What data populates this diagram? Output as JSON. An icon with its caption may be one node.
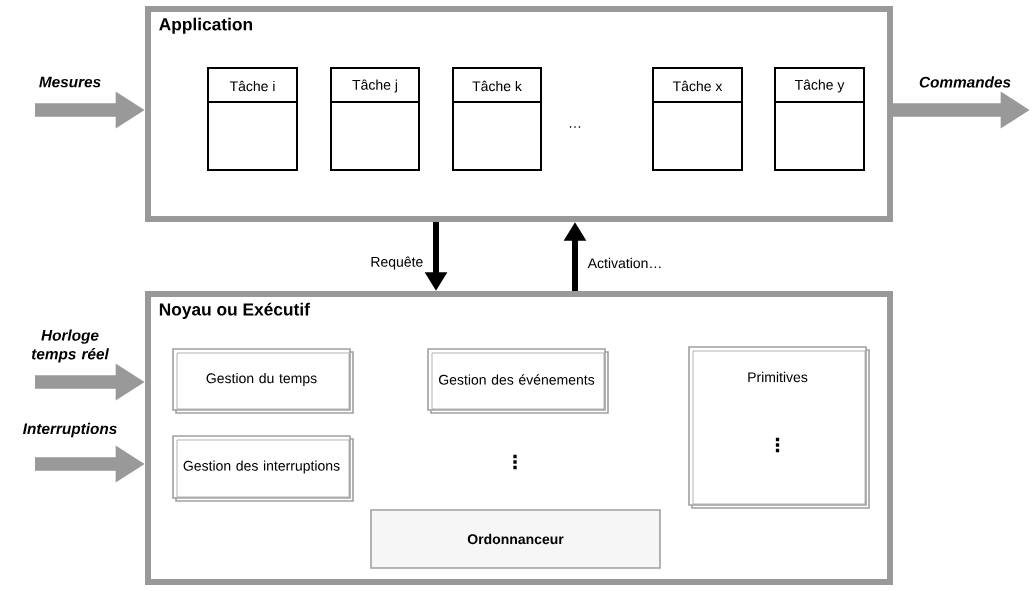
{
  "diagram": {
    "nodes": [
      {
        "text": [
          "Application"
        ]
      },
      {
        "text": [
          "Tâche i"
        ],
        "in": 0
      },
      {
        "text": [
          "Tâche j"
        ],
        "in": 0
      },
      {
        "text": [
          "Tâche k"
        ],
        "in": 0
      },
      {
        "text": [
          "Tâche x"
        ],
        "in": 0
      },
      {
        "text": [
          "Tâche y"
        ],
        "in": 0
      },
      {
        "text": [
          "Noyau ou Exécutif"
        ]
      },
      {
        "text": [
          "Gestion du temps"
        ],
        "in": 6
      },
      {
        "text": [
          "Gestion des événements"
        ],
        "in": 6
      },
      {
        "text": [
          "Primitives",
          "⋮"
        ],
        "in": 6
      },
      {
        "text": [
          "Gestion des interruptions"
        ],
        "in": 6
      },
      {
        "text": [
          "Ordonnanceur"
        ],
        "in": 6
      }
    ],
    "edges": [
      {
        "from": null,
        "to": 0,
        "arrow": "to",
        "label": "Mesures",
        "color": "#999999"
      },
      {
        "from": 0,
        "to": null,
        "arrow": "to",
        "label": "Commandes",
        "color": "#999999"
      },
      {
        "from": 0,
        "to": 6,
        "arrow": "to",
        "label": "Requête",
        "color": "#000000"
      },
      {
        "from": 6,
        "to": 0,
        "arrow": "to",
        "label": "Activation…",
        "color": "#000000"
      },
      {
        "from": null,
        "to": 6,
        "arrow": "to",
        "label": "Horloge temps réel",
        "color": "#999999"
      },
      {
        "from": null,
        "to": 6,
        "arrow": "to",
        "label": "Interruptions",
        "color": "#999999"
      }
    ],
    "labels": [
      "…",
      "⋮"
    ]
  }
}
